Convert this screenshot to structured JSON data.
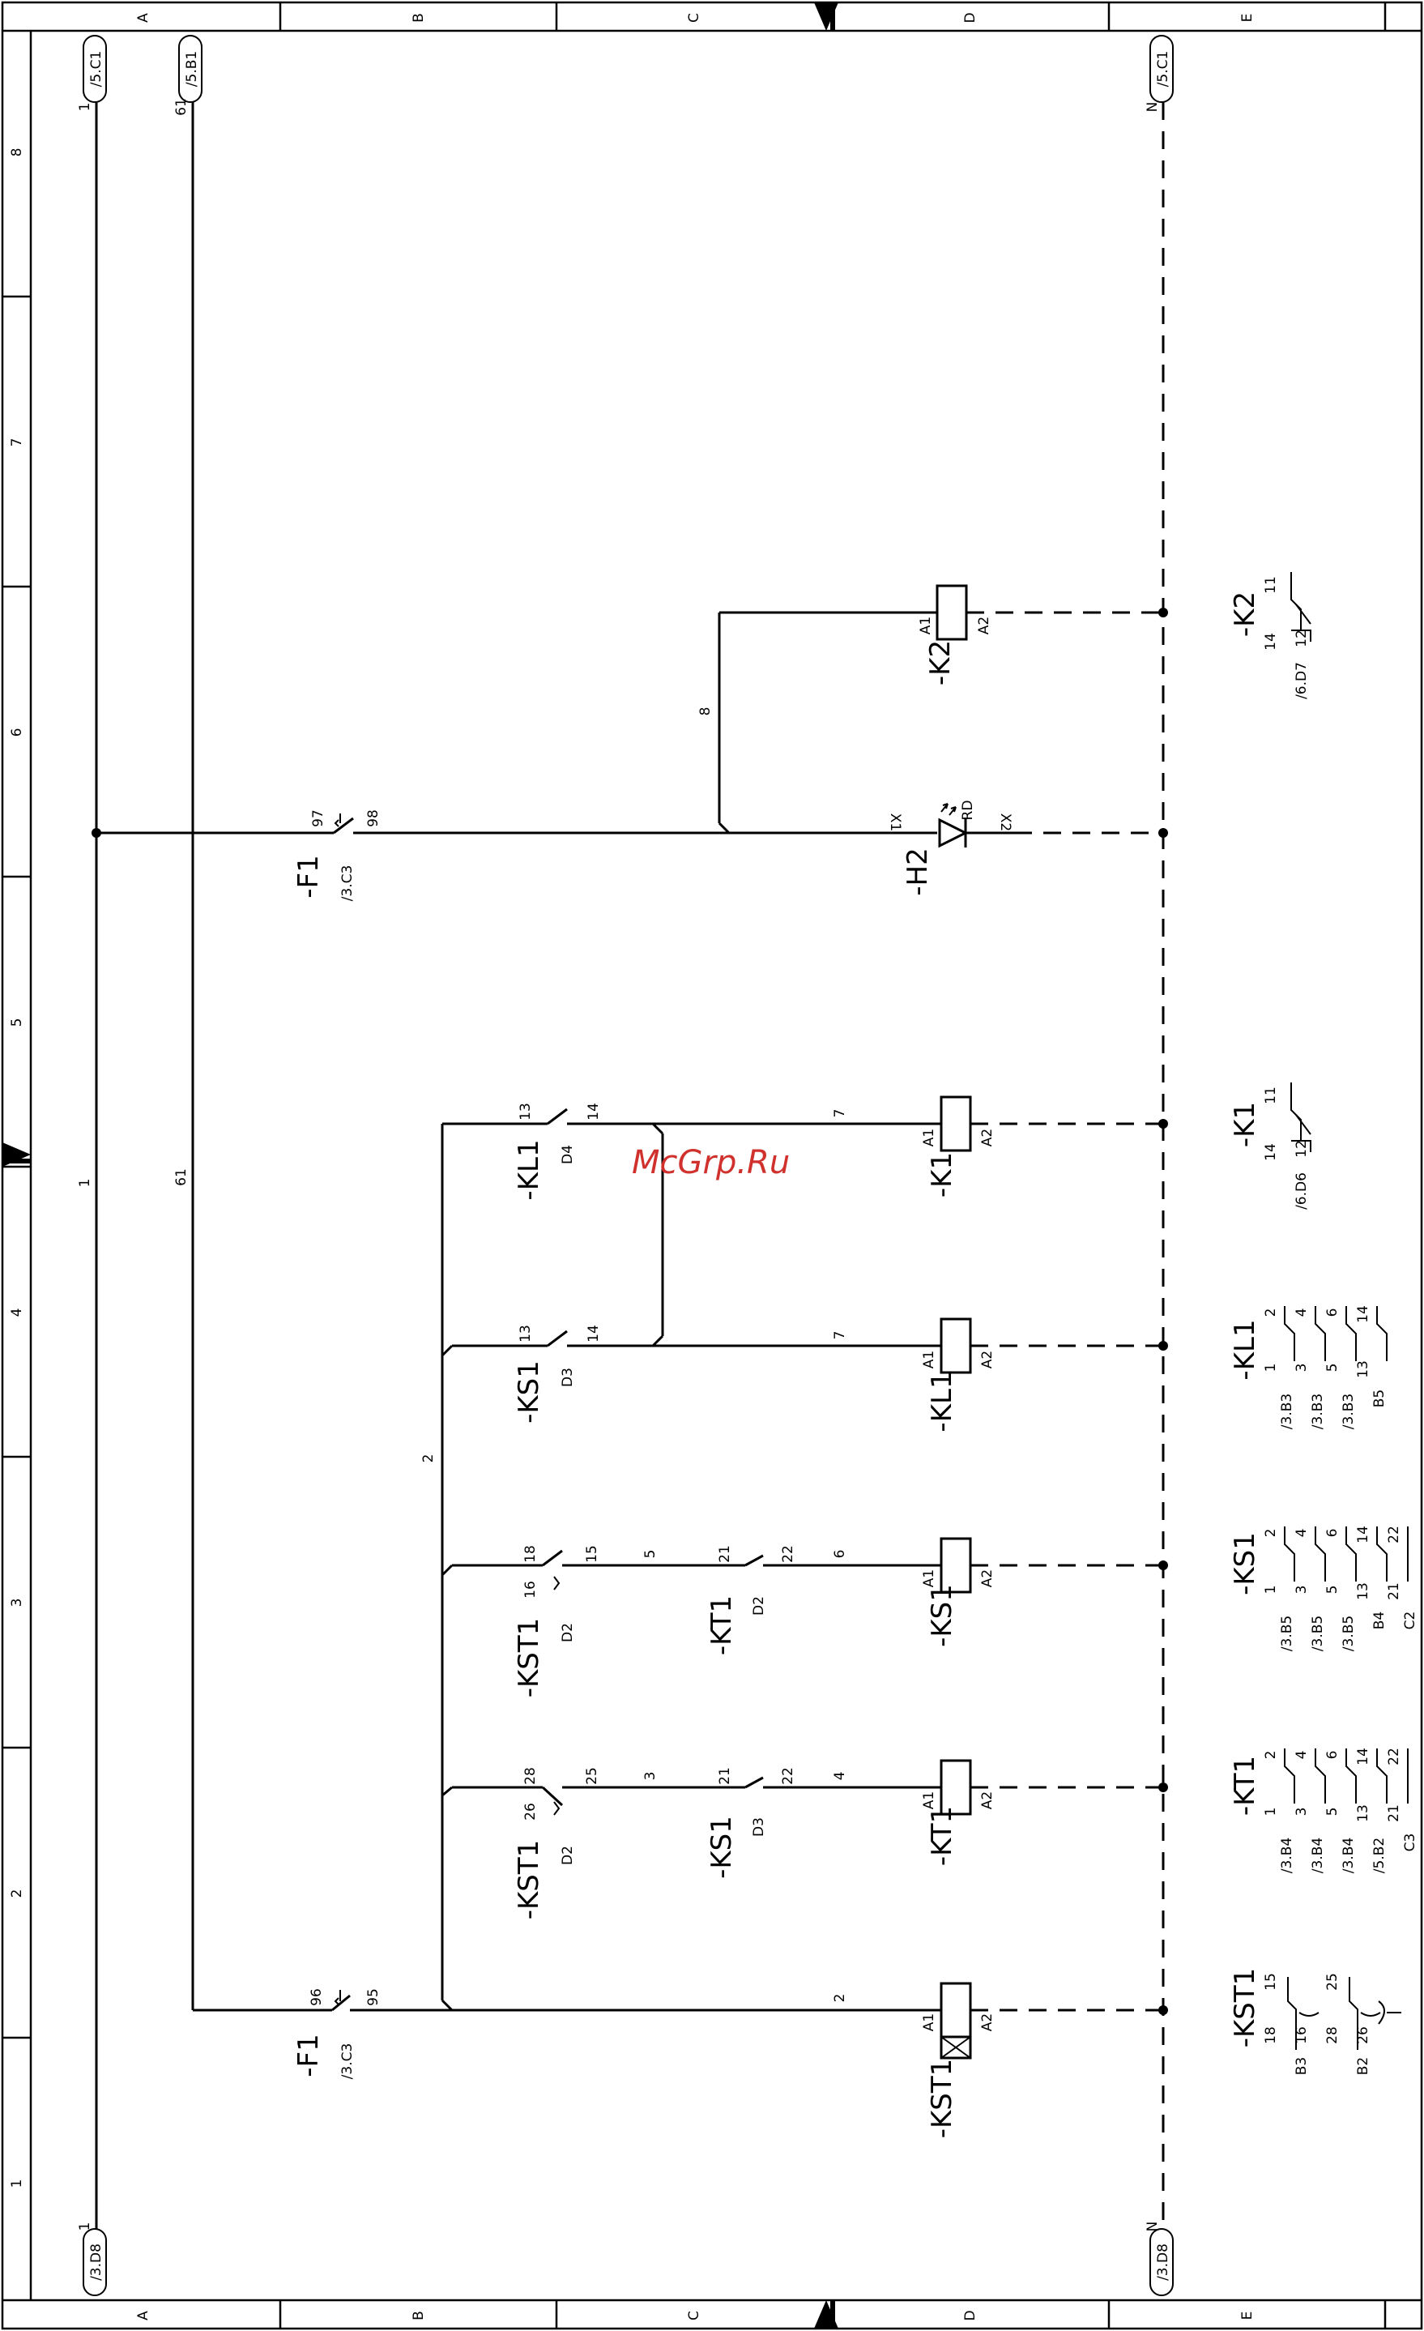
{
  "watermark": "McGrp.Ru",
  "frame": {
    "columns": [
      "A",
      "B",
      "C",
      "D",
      "E"
    ],
    "rows": [
      "1",
      "2",
      "3",
      "4",
      "5",
      "6",
      "7",
      "8"
    ]
  },
  "connectors": {
    "top_left": "/5.C1",
    "top_mid": "/5.B1",
    "top_right": "/5.C1",
    "bottom_left": "/3.D8",
    "bottom_right": "/3.D8"
  },
  "wires": {
    "w1": "1",
    "w1_top": "1",
    "w1_bot": "1",
    "w61": "61",
    "w61_top": "61",
    "N_top": "N",
    "N_bot": "N",
    "w2": "2",
    "w2_feed": "2",
    "w3": "3",
    "w4": "4",
    "w5": "5",
    "w6": "6",
    "w7a": "7",
    "w7b": "7",
    "w8": "8"
  },
  "devices": {
    "F1_top": {
      "name": "-F1",
      "ref": "/3.C3",
      "p1": "97",
      "p2": "98"
    },
    "F1_bot": {
      "name": "-F1",
      "ref": "/3.C3",
      "p1": "96",
      "p2": "95"
    },
    "KL1_c": {
      "name": "-KL1",
      "pos": "D4",
      "p1": "13",
      "p2": "14"
    },
    "KS1_c1": {
      "name": "-KS1",
      "pos": "D3",
      "p1": "13",
      "p2": "14"
    },
    "KST1_c1": {
      "name": "-KST1",
      "pos": "D2",
      "p1": "16",
      "p2": "18",
      "p3": "15"
    },
    "KT1_c": {
      "name": "-KT1",
      "pos": "D2",
      "p1": "21",
      "p2": "22"
    },
    "KST1_c2": {
      "name": "-KST1",
      "pos": "D2",
      "p1": "26",
      "p2": "28",
      "p3": "25"
    },
    "KS1_c2": {
      "name": "-KS1",
      "pos": "D3",
      "p1": "21",
      "p2": "22"
    },
    "K2_coil": {
      "name": "-K2",
      "a1": "A1",
      "a2": "A2"
    },
    "H2_lamp": {
      "name": "-H2",
      "x1": "X1",
      "x2": "X2",
      "color": "RD"
    },
    "K1_coil": {
      "name": "-K1",
      "a1": "A1",
      "a2": "A2"
    },
    "KL1_coil": {
      "name": "-KL1",
      "a1": "A1",
      "a2": "A2"
    },
    "KS1_coil": {
      "name": "-KS1",
      "a1": "A1",
      "a2": "A2"
    },
    "KT1_coil": {
      "name": "-KT1",
      "a1": "A1",
      "a2": "A2"
    },
    "KST1_coil": {
      "name": "-KST1",
      "a1": "A1",
      "a2": "A2"
    }
  },
  "cross_refs": {
    "K2": {
      "name": "-K2",
      "c11": "11",
      "c14": "14",
      "c12": "12",
      "ref": "/6.D7"
    },
    "K1": {
      "name": "-K1",
      "c11": "11",
      "c14": "14",
      "c12": "12",
      "ref": "/6.D6"
    },
    "KL1": {
      "name": "-KL1",
      "top": [
        "2",
        "4",
        "6",
        "14"
      ],
      "bot": [
        "1",
        "3",
        "5",
        "13"
      ],
      "refs": [
        "/3.B3",
        "/3.B3",
        "/3.B3",
        "B5"
      ]
    },
    "KS1": {
      "name": "-KS1",
      "top": [
        "2",
        "4",
        "6",
        "14",
        "22"
      ],
      "bot": [
        "1",
        "3",
        "5",
        "13",
        "21"
      ],
      "refs": [
        "/3.B5",
        "/3.B5",
        "/3.B5",
        "B4",
        "C2"
      ]
    },
    "KT1": {
      "name": "-KT1",
      "top": [
        "2",
        "4",
        "6",
        "14",
        "22"
      ],
      "bot": [
        "1",
        "3",
        "5",
        "13",
        "21"
      ],
      "refs": [
        "/3.B4",
        "/3.B4",
        "/3.B4",
        "/5.B2",
        "C3"
      ]
    },
    "KST1": {
      "name": "-KST1",
      "top": [
        "15",
        "25"
      ],
      "mid": [
        "18",
        "16",
        "28",
        "26"
      ],
      "refs": [
        "B3",
        "B2"
      ]
    }
  }
}
